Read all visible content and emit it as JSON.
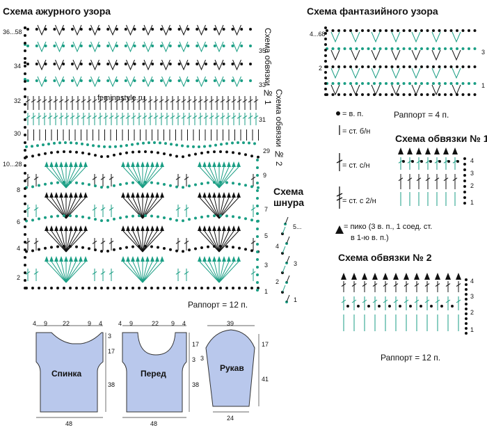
{
  "titles": {
    "openwork": "Схема ажурного узора",
    "fancy": "Схема фантазийного узора",
    "cord": "Схема шнура",
    "edging1": "Схема обвязки № 1",
    "edging2": "Схема обвязки № 2"
  },
  "vertical_labels": {
    "edging1": "Схема обвязки № 1",
    "edging2": "Схема обвязки № 2"
  },
  "watermark": "feminastyle.ru",
  "rapport": {
    "openwork": "Раппорт = 12 п.",
    "fancy": "Раппорт = 4 п.",
    "edging2": "Раппорт = 12 п."
  },
  "row_numbers": {
    "openwork_left": [
      "36...58",
      "34",
      "32",
      "30",
      "10...28",
      "8",
      "6",
      "4",
      "2"
    ],
    "openwork_right": [
      "35",
      "33",
      "31",
      "29",
      "9",
      "7",
      "5",
      "3",
      "1"
    ],
    "fancy_left": [
      "4...68",
      "2"
    ],
    "fancy_right": [
      "3",
      "1"
    ],
    "edging1_right": [
      "4",
      "3",
      "2",
      "1"
    ],
    "edging2_right": [
      "4",
      "3",
      "2",
      "1"
    ],
    "cord": [
      "5...",
      "4",
      "3",
      "2",
      "1"
    ]
  },
  "legend": [
    {
      "symbol": "chain",
      "text": "= в. п."
    },
    {
      "symbol": "sc",
      "text": "= ст. б/н"
    },
    {
      "symbol": "dc",
      "text": "= ст. с/н"
    },
    {
      "symbol": "tr",
      "text": "= ст. с 2/н"
    },
    {
      "symbol": "picot",
      "text": "= пико (3 в. п., 1 соед. ст.",
      "text2": "в 1-ю в. п.)"
    }
  ],
  "pieces": {
    "back": {
      "label": "Спинка",
      "dims": [
        "4",
        "9",
        "22",
        "9",
        "4",
        "3",
        "17",
        "38",
        "48"
      ]
    },
    "front": {
      "label": "Перед",
      "dims": [
        "4",
        "9",
        "22",
        "9",
        "4",
        "17",
        "3",
        "38",
        "48"
      ]
    },
    "sleeve": {
      "label": "Рукав",
      "dims": [
        "39",
        "17",
        "3",
        "41",
        "24"
      ]
    }
  },
  "colors": {
    "black": "#111111",
    "green": "#1a9e84",
    "piece_fill": "#b9c8ec",
    "piece_stroke": "#333333"
  }
}
